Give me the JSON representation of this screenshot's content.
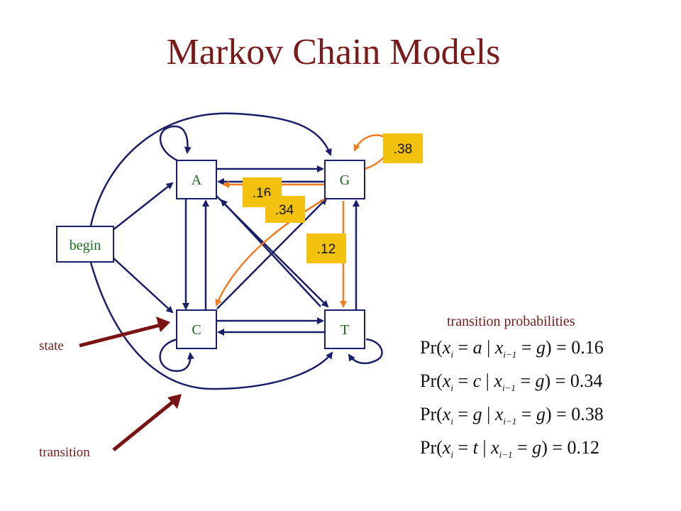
{
  "title": "Markov Chain Models",
  "nodes": {
    "begin": "begin",
    "A": "A",
    "G": "G",
    "C": "C",
    "T": "T"
  },
  "probabilities": {
    "g_to_g": ".38",
    "g_to_a": ".16",
    "g_to_c": ".34",
    "g_to_t": ".12"
  },
  "callouts": {
    "state": "state",
    "transition": "transition"
  },
  "transition_probabilities": {
    "heading": "transition probabilities",
    "equations": [
      {
        "target": "a",
        "given": "g",
        "value": "0.16"
      },
      {
        "target": "c",
        "given": "g",
        "value": "0.34"
      },
      {
        "target": "g",
        "given": "g",
        "value": "0.38"
      },
      {
        "target": "t",
        "given": "g",
        "value": "0.12"
      }
    ]
  },
  "colors": {
    "title": "#7a1a1a",
    "node_border": "#1b1f6b",
    "node_label": "#1a6b1a",
    "navy_edge": "#1b1f6b",
    "orange_edge": "#f47b20",
    "prob_highlight": "#f2c20f",
    "callout_arrow": "#7a1414"
  }
}
